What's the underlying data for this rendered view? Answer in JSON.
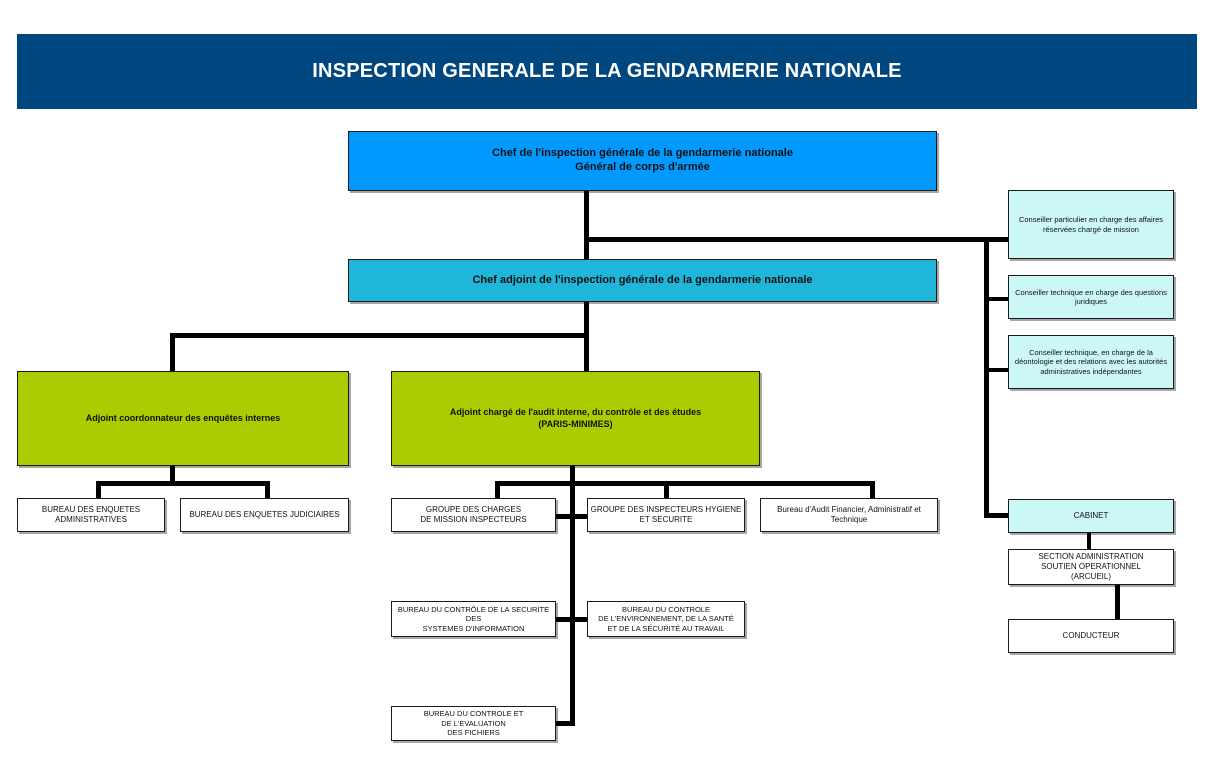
{
  "colors": {
    "banner": "#00467f",
    "chef": "#0099ff",
    "adjoint": "#1fb6d9",
    "adjoints_green": "#aacc00",
    "conseillers": "#ccf7f7",
    "white": "#ffffff"
  },
  "title": "INSPECTION GENERALE DE LA GENDARMERIE NATIONALE",
  "chef": {
    "line1": "Chef de l'inspection générale de la gendarmerie nationale",
    "line2": "Général de corps d'armée"
  },
  "chef_adjoint": "Chef adjoint de l'inspection générale de la gendarmerie nationale",
  "adjoint_enquetes": "Adjoint coordonnateur des enquêtes internes",
  "adjoint_audit": {
    "line1": "Adjoint chargé de l'audit interne, du contrôle et des études",
    "line2": "(PARIS-MINIMES)"
  },
  "bureau_enquetes_admin": {
    "line1": "BUREAU DES ENQUETES",
    "line2": "ADMINISTRATIVES"
  },
  "bureau_enquetes_judiciaires": "BUREAU DES ENQUETES JUDICIAIRES",
  "groupe_charges": {
    "line1": "GROUPE DES CHARGES",
    "line2": "DE MISSION INSPECTEURS"
  },
  "groupe_hygiene": {
    "line1": "GROUPE DES INSPECTEURS HYGIENE",
    "line2": "ET SECURITE"
  },
  "bureau_audit_financier": {
    "line1": "Bureau d'Audit Financier, Administratif et",
    "line2": "Technique"
  },
  "bureau_securite_si": {
    "line1": "BUREAU DU CONTRÔLE DE LA SECURITE",
    "line2": "DES",
    "line3": "SYSTEMES D'INFORMATION"
  },
  "bureau_environnement": {
    "line1": "BUREAU DU CONTROLE",
    "line2": "DE L'ENVIRONNEMENT, DE LA SANTÉ",
    "line3": "ET DE LA SÉCURITÉ AU TRAVAIL"
  },
  "bureau_fichiers": {
    "line1": "BUREAU DU CONTROLE ET",
    "line2": "DE L'EVALUATION",
    "line3": "DES FICHIERS"
  },
  "conseiller_affaires": {
    "line1": "Conseiller particulier en charge des affaires",
    "line2": "réservées chargé de mission"
  },
  "conseiller_juridique": {
    "line1": "Conseiller technique en charge des questions",
    "line2": "juridiques"
  },
  "conseiller_deontologie": {
    "line1": "Conseiller technique, en charge de la",
    "line2": "déontologie et des relations avec les autorités",
    "line3": "administratives indépendantes"
  },
  "cabinet": "CABINET",
  "section_admin": {
    "line1": "SECTION ADMINISTRATION",
    "line2": "SOUTIEN OPERATIONNEL",
    "line3": "(ARCUEIL)"
  },
  "conducteur": "CONDUCTEUR"
}
